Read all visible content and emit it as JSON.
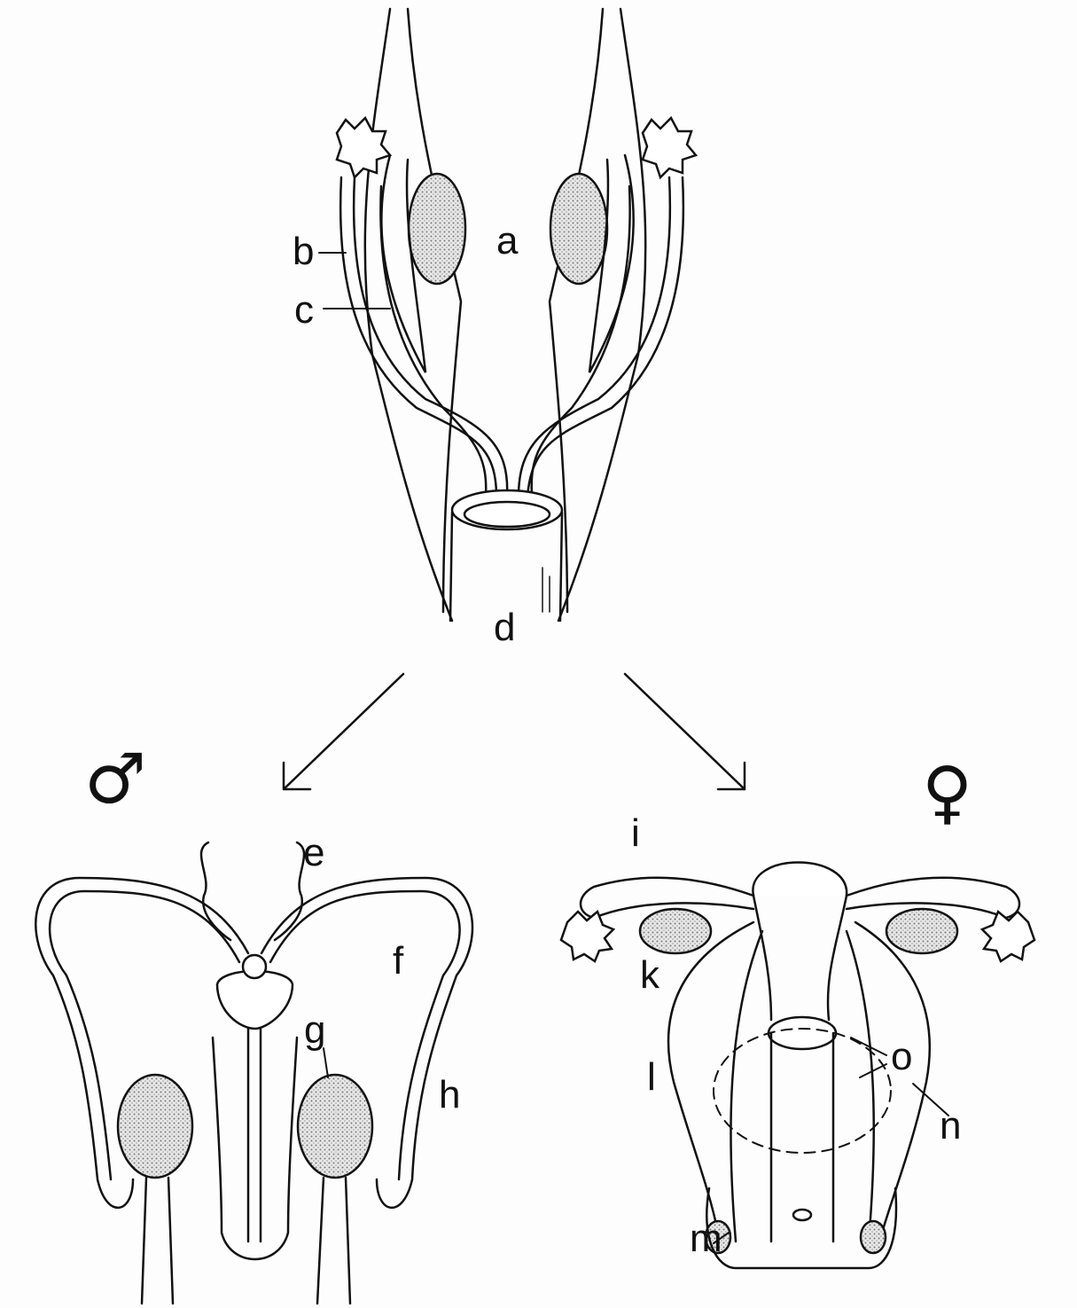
{
  "labels": {
    "a": "a",
    "b": "b",
    "c": "c",
    "d": "d",
    "e": "e",
    "f": "f",
    "g": "g",
    "h": "h",
    "i": "i",
    "k": "k",
    "l": "l",
    "m": "m",
    "n": "n",
    "o": "o"
  },
  "symbols": {
    "male": "♂",
    "female": "♀"
  },
  "colors": {
    "ink": "#111111",
    "stipple": "#bdbdbd",
    "paper": "#fdfdfd"
  }
}
